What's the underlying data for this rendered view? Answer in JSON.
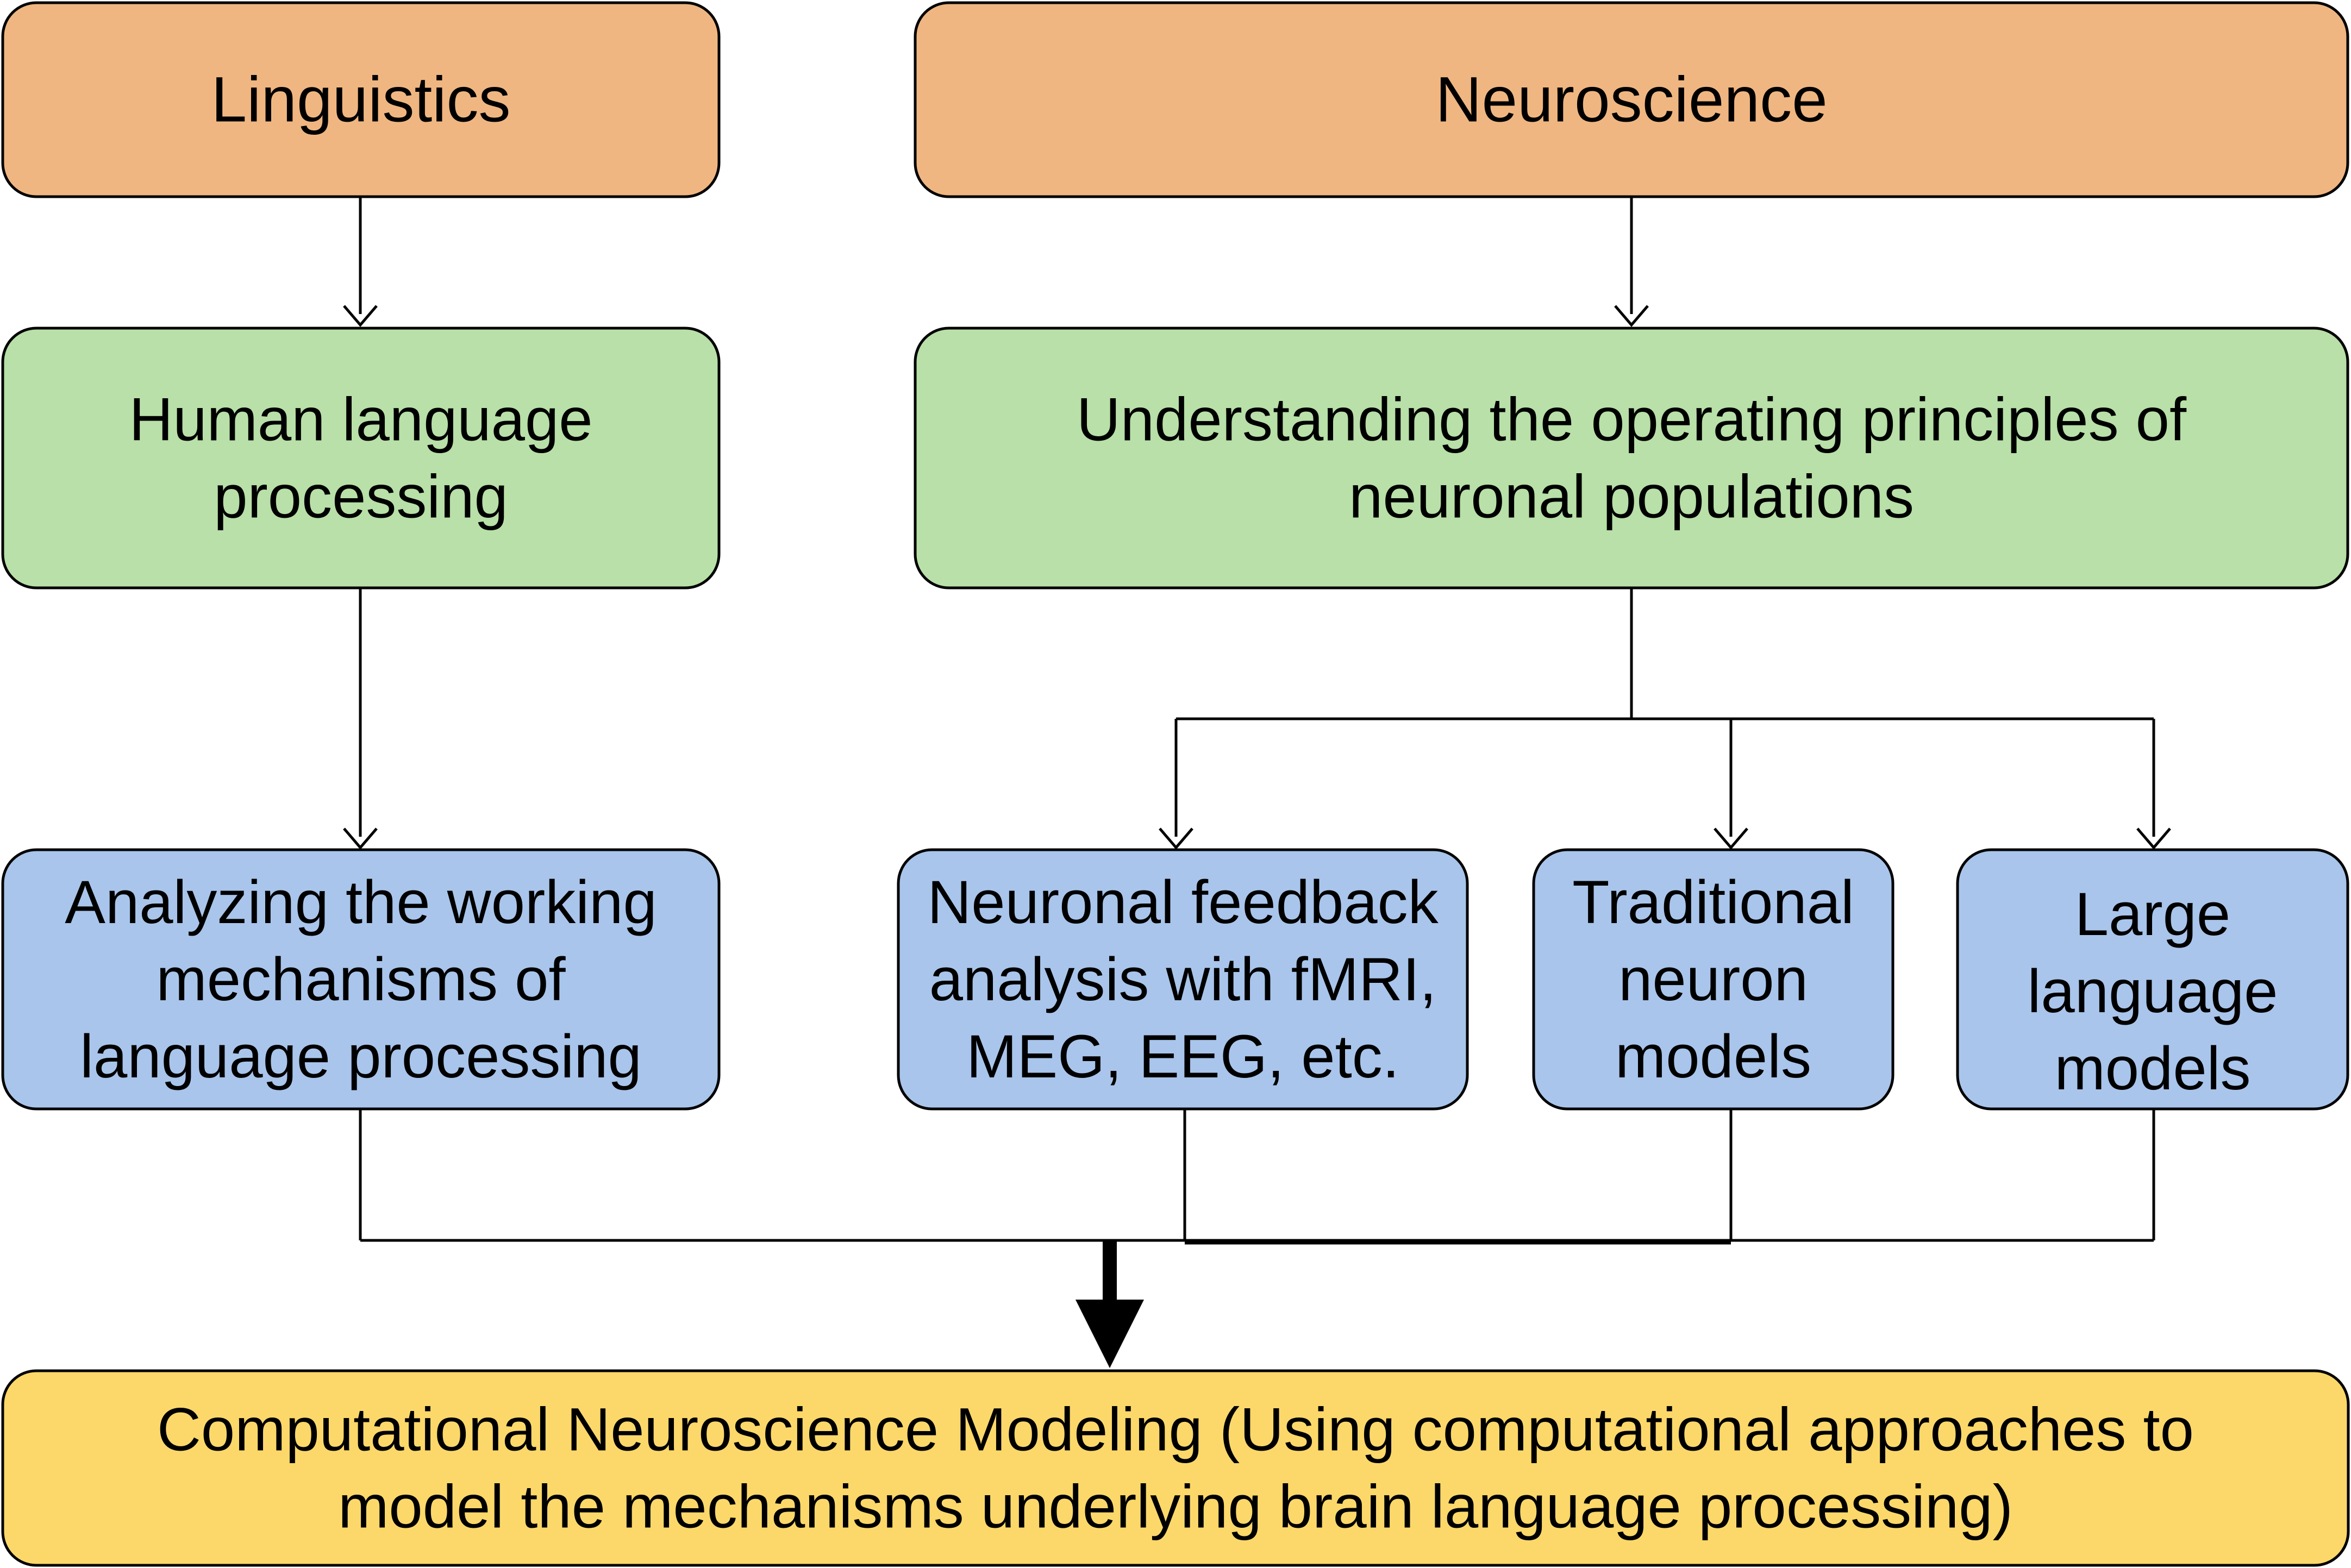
{
  "colors": {
    "source": "#F0B681",
    "process": "#B8E0A8",
    "method": "#A9C5EB",
    "result": "#FCD86A",
    "stroke": "#000000"
  },
  "nodes": {
    "linguistics": {
      "lines": [
        "Linguistics"
      ]
    },
    "neuroscience": {
      "lines": [
        "Neuroscience"
      ]
    },
    "human_language": {
      "lines": [
        "Human language",
        "processing"
      ]
    },
    "operating_principles": {
      "lines": [
        "Understanding the operating principles of",
        "neuronal populations"
      ]
    },
    "analyzing": {
      "lines": [
        "Analyzing the working",
        "mechanisms of",
        "language processing"
      ]
    },
    "feedback": {
      "lines": [
        "Neuronal feedback",
        "analysis with fMRI,",
        "MEG, EEG, etc."
      ]
    },
    "traditional": {
      "lines": [
        "Traditional",
        "neuron",
        "models"
      ]
    },
    "llm": {
      "lines": [
        "Large",
        "language",
        "models"
      ]
    },
    "computational": {
      "lines": [
        "Computational Neuroscience Modeling (Using computational approaches to",
        "model the mechanisms underlying brain language processing)"
      ]
    }
  }
}
